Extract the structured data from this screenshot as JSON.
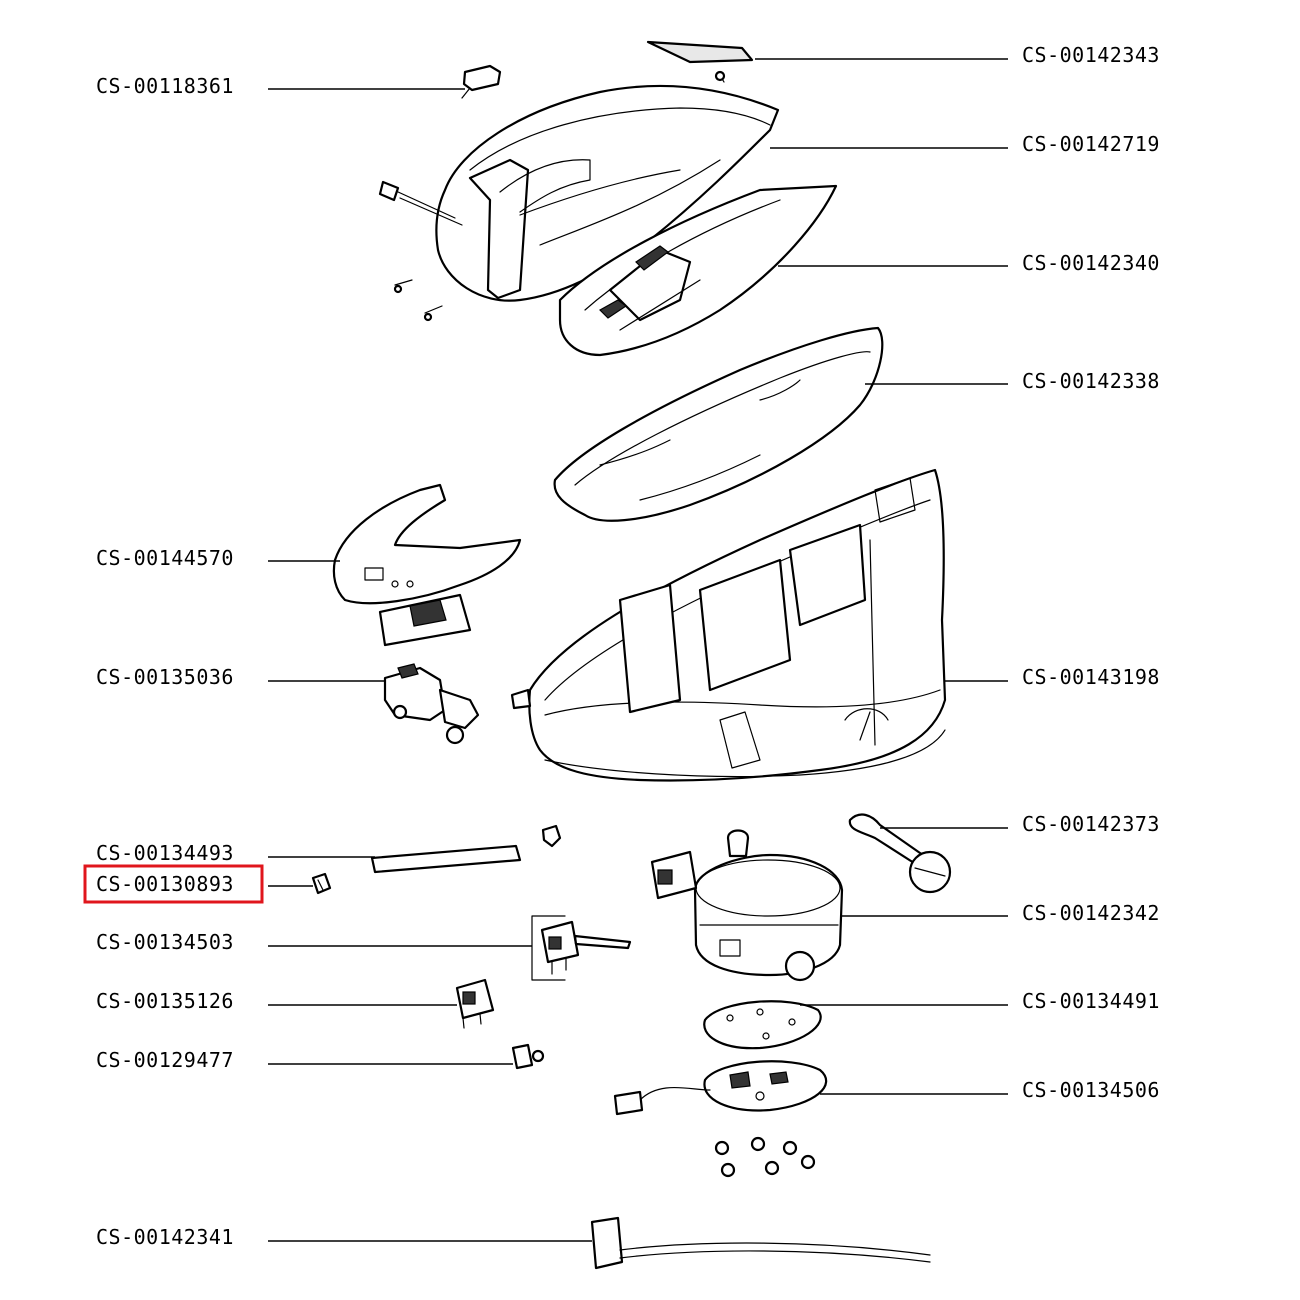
{
  "highlight_color": "#e0161c",
  "highlighted_part": "CS-00130893",
  "left_labels": [
    "CS-00118361",
    "CS-00144570",
    "CS-00135036",
    "CS-00134493",
    "CS-00130893",
    "CS-00134503",
    "CS-00135126",
    "CS-00129477",
    "CS-00142341"
  ],
  "right_labels": [
    "CS-00142343",
    "CS-00142719",
    "CS-00142340",
    "CS-00142338",
    "CS-00143198",
    "CS-00142373",
    "CS-00142342",
    "CS-00134491",
    "CS-00134506"
  ]
}
